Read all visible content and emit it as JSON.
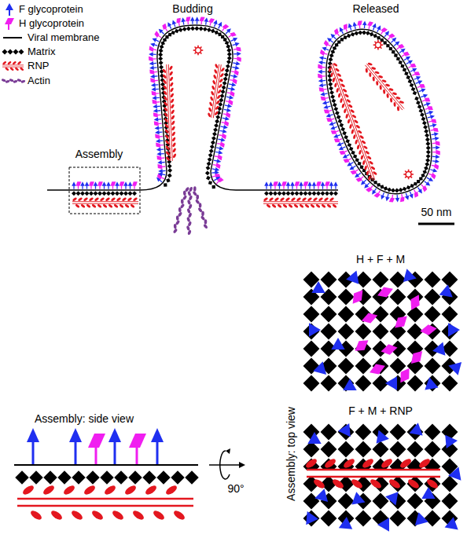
{
  "diagram": {
    "labels": [
      "Budding",
      "Released",
      "Assembly",
      "50 nm",
      "Assembly: side view",
      "90°",
      "Assembly: top view",
      "H + F + M",
      "F + M + RNP"
    ],
    "legend": [
      {
        "text": "F glycoprotein"
      },
      {
        "text": "H glycoprotein"
      },
      {
        "text": "Viral membrane"
      },
      {
        "text": "Matrix"
      },
      {
        "text": "RNP"
      },
      {
        "text": "Actin"
      }
    ]
  }
}
